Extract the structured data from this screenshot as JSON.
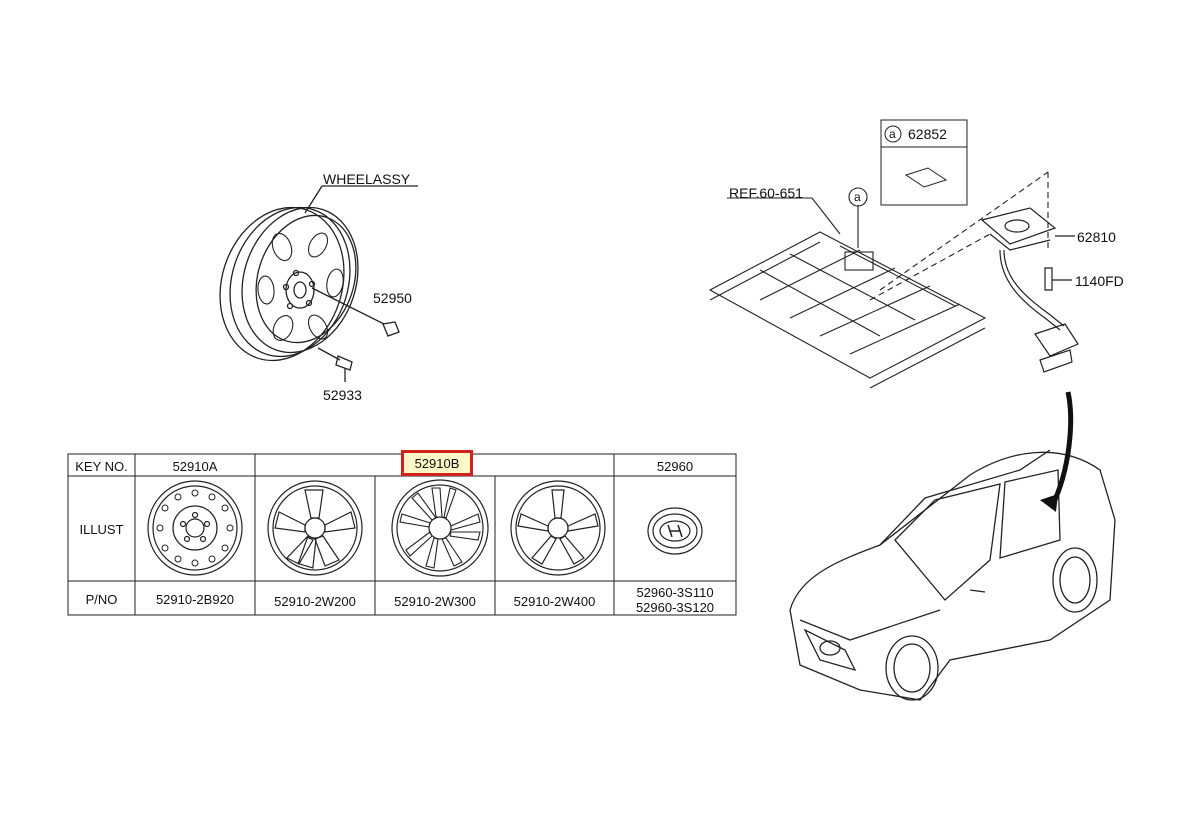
{
  "wheel_callouts": {
    "wheel_assy": "WHEELASSY",
    "nut": "52950",
    "valve": "52933"
  },
  "spare_callouts": {
    "ref": "REF.60-651",
    "detail_letter": "a",
    "detail_part": "62852",
    "carrier": "62810",
    "bolt": "1140FD"
  },
  "table": {
    "row_labels": {
      "key": "KEY NO.",
      "illust": "ILLUST",
      "pno": "P/NO"
    },
    "keys": {
      "k1": "52910A",
      "k2": "52910B",
      "k3": "52960"
    },
    "highlighted_key": "52910B",
    "part_numbers": [
      "52910-2B920",
      "52910-2W200",
      "52910-2W300",
      "52910-2W400"
    ],
    "cap_numbers": [
      "52960-3S110",
      "52960-3S120"
    ]
  },
  "colors": {
    "highlight_border": "#d0211c",
    "highlight_fill": "#fbf7c6",
    "line": "#222222"
  }
}
